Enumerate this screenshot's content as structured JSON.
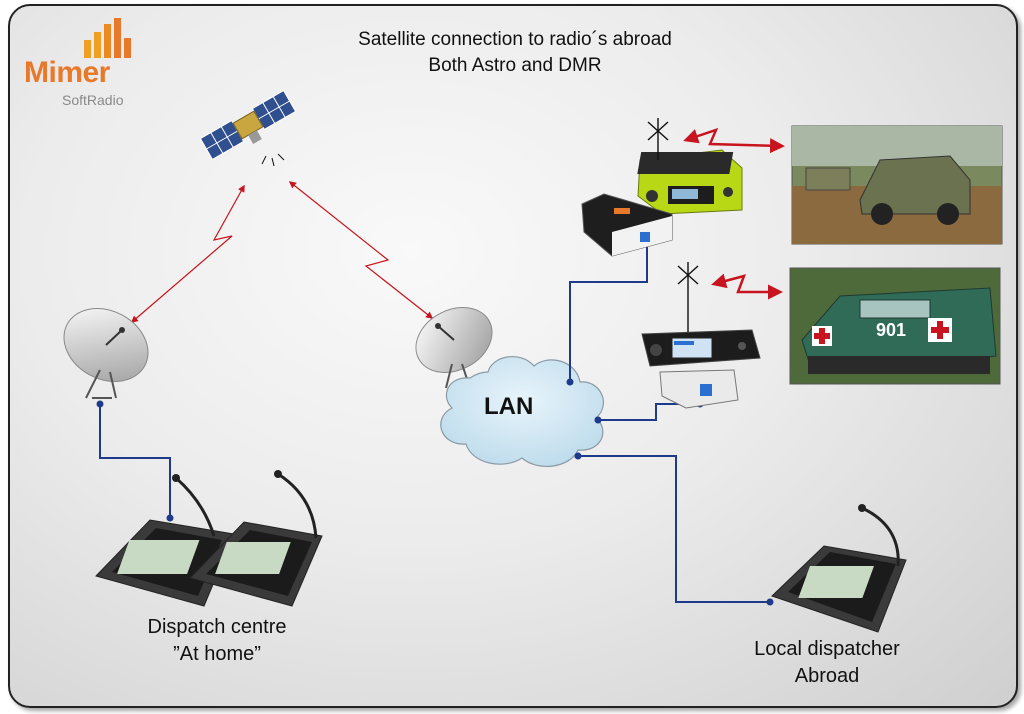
{
  "title": {
    "line1": "Satellite connection to radio´s abroad",
    "line2": "Both Astro and DMR"
  },
  "logo": {
    "word": "Mimer",
    "sub": "SoftRadio",
    "color": "#e8782a"
  },
  "network": {
    "lan_label": "LAN"
  },
  "captions": {
    "dispatch_line1": "Dispatch centre",
    "dispatch_line2": "”At home”",
    "local_line1": "Local dispatcher",
    "local_line2": "Abroad"
  },
  "colors": {
    "link_line": "#1f3a8a",
    "radio_arrow": "#c8141e",
    "lan_cloud": "#cfe6f2",
    "radio_green": "#c6e61a"
  },
  "vehicle2": {
    "marking": "901"
  }
}
